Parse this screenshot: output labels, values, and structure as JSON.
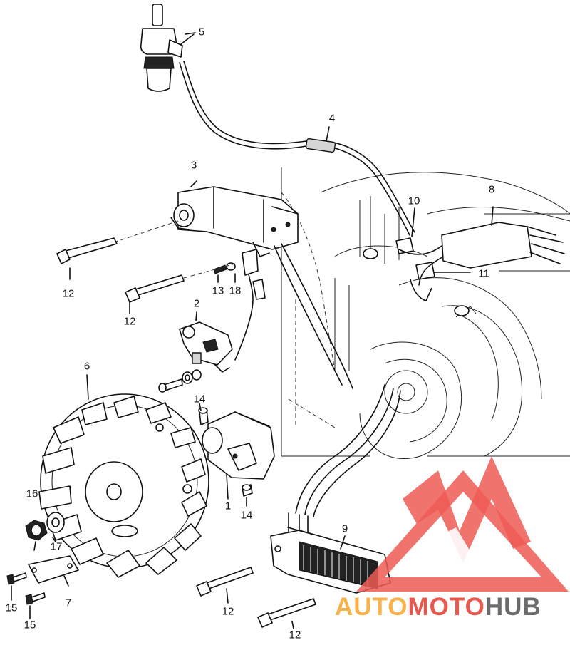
{
  "labels": {
    "l1": "1",
    "l2": "2",
    "l3": "3",
    "l4": "4",
    "l5": "5",
    "l6": "6",
    "l7": "7",
    "l8": "8",
    "l9": "9",
    "l10": "10",
    "l11": "11",
    "l12a": "12",
    "l12b": "12",
    "l12c": "12",
    "l12d": "12",
    "l13": "13",
    "l14a": "14",
    "l14b": "14",
    "l15a": "15",
    "l15b": "15",
    "l16": "16",
    "l17": "17",
    "l18": "18"
  },
  "watermark": {
    "part1": "AUTO",
    "part2": "MOTO",
    "part3": "HUB",
    "colors": {
      "auto": "#f7b24a",
      "moto": "#e9584f",
      "hub": "#6b6b6b",
      "triangle": "#ee5a55"
    }
  }
}
